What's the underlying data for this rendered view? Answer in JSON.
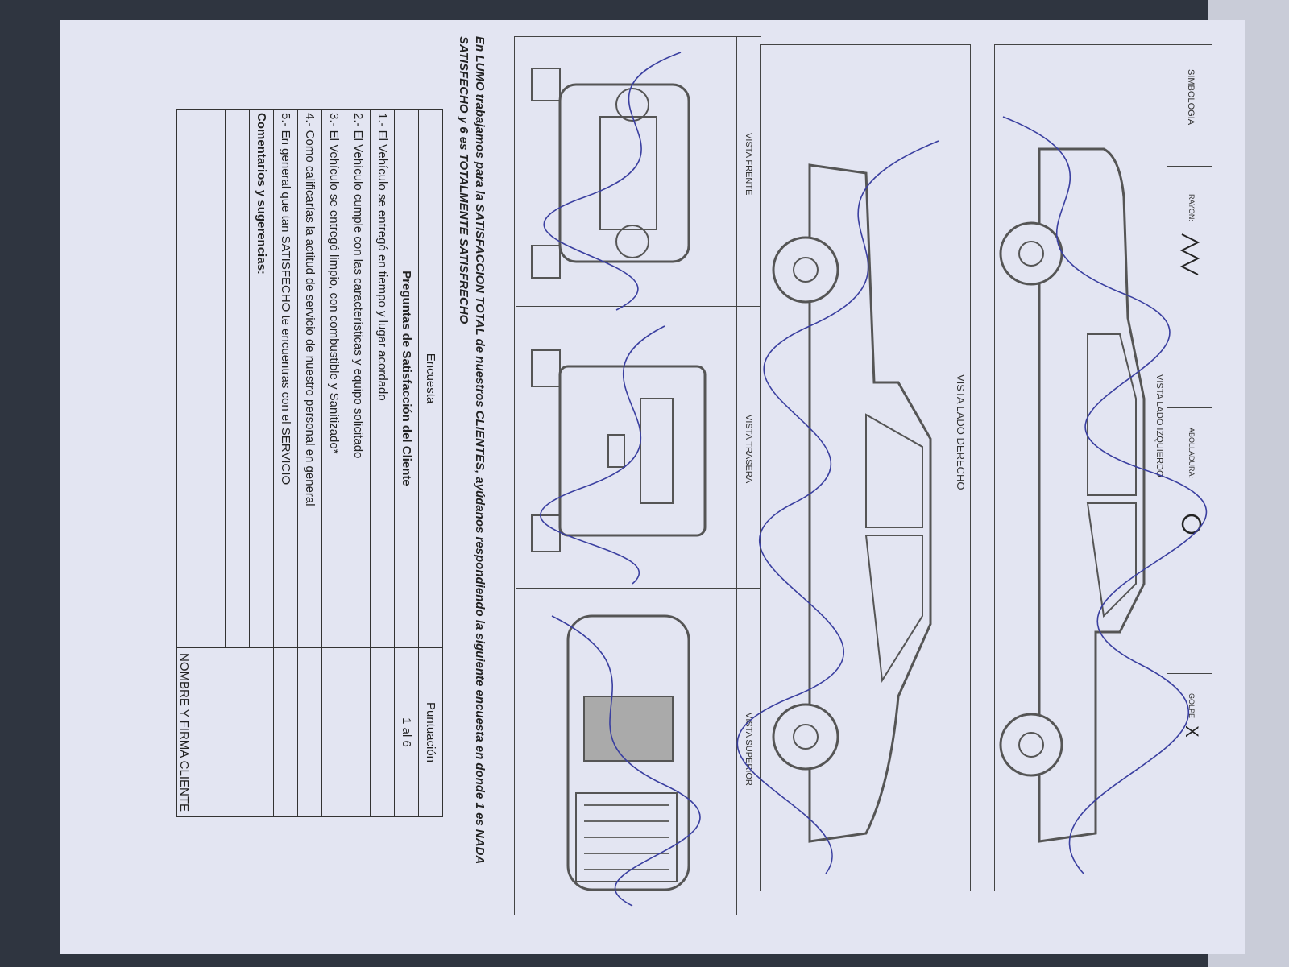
{
  "symbology": {
    "title": "SIMBOLOGIA",
    "scratch": "RAYON:",
    "dent": "ABOLLADURA:",
    "hit": "GOLPE",
    "hit_mark": "X"
  },
  "views": {
    "left": "VISTA LADO IZQUIERDO",
    "right": "VISTA LADO DERECHO",
    "front": "VISTA FRENTE",
    "rear": "VISTA TRASERA",
    "top": "VISTA SUPERIOR"
  },
  "note": "En LUMO trabajamos para la SATISFACCION TOTAL de nuestros CLIENTES, ayúdanos respondiendo la siguiente encuesta en donde 1 es NADA SATISFECHO y 6 es TOTALMENTE SATISFRECHO",
  "survey": {
    "title": "Encuesta",
    "score_header": "Puntuación",
    "subtitle": "Preguntas de Satisfacción del Cliente",
    "score_range": "1 al 6",
    "questions": [
      "1.- El Vehículo se entregó en tiempo y lugar acordado",
      "2.- El Vehículo cumple con las características y equipo solicitado",
      "3.- El Vehículo se entregó limpio, con combustible y Sanitizado*",
      "4.- Como calificarías la actitud de servicio de nuestro personal en general",
      "5.- En general que tan SATISFECHO te encuentras con el SERVICIO"
    ],
    "comments": "Comentarios y sugerencias:",
    "signature": "NOMBRE Y FIRMA CLIENTE"
  }
}
